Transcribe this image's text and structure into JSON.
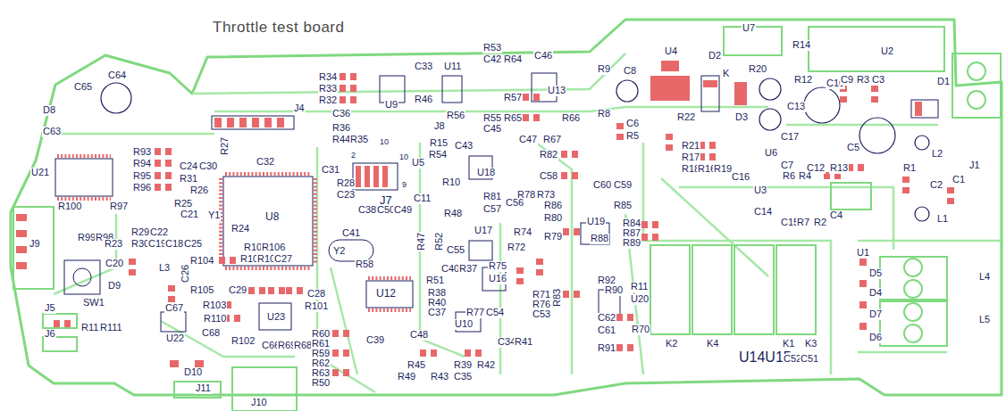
{
  "diagram": {
    "title": "Throttle test board",
    "labels": [
      "C65",
      "C64",
      "D8",
      "C63",
      "R93",
      "R94",
      "R95",
      "R96",
      "C24",
      "R31",
      "C30",
      "R26",
      "R25",
      "C21",
      "U21",
      "R100",
      "R97",
      "R99",
      "R98",
      "J9",
      "R23",
      "R29",
      "C22",
      "R30",
      "C19",
      "C18",
      "C25",
      "Y1",
      "U8",
      "R24",
      "R27",
      "C32",
      "J4",
      "R34",
      "R33",
      "R32",
      "C36",
      "R36",
      "R44",
      "R35",
      "U9",
      "C33",
      "R46",
      "U11",
      "R53",
      "C42",
      "R64",
      "C46",
      "R57",
      "R56",
      "J8",
      "R55",
      "R65",
      "C45",
      "U13",
      "R66",
      "C47",
      "R67",
      "10",
      "R15",
      "C43",
      "R54",
      "U5",
      "2",
      "1",
      "10",
      "9",
      "J7",
      "C31",
      "R28",
      "C23",
      "U18",
      "R82",
      "C58",
      "R78",
      "R73",
      "R10",
      "C11",
      "R81",
      "C57",
      "C56",
      "C60",
      "C59",
      "R86",
      "R85",
      "R80",
      "C38",
      "C50",
      "C49",
      "R48",
      "R47",
      "R52",
      "C41",
      "U17",
      "R74",
      "R79",
      "R72",
      "U19",
      "R88",
      "R84",
      "R87",
      "R89",
      "Y2",
      "R58",
      "C55",
      "C40",
      "R37",
      "R75",
      "U16",
      "R71",
      "R76",
      "C53",
      "R83",
      "R92",
      "R90",
      "R11",
      "U20",
      "R51",
      "R38",
      "R40",
      "U12",
      "C37",
      "R77",
      "C54",
      "U10",
      "C34",
      "R41",
      "C39",
      "C48",
      "R45",
      "R39",
      "R42",
      "R49",
      "R43",
      "C35",
      "C62",
      "C61",
      "R91",
      "R70",
      "K2",
      "K4",
      "K1",
      "K3",
      "U14U15",
      "C52",
      "C51",
      "SW1",
      "C20",
      "D9",
      "L3",
      "R104",
      "C26",
      "R105",
      "C29",
      "C28",
      "R101",
      "R103",
      "C67",
      "R110",
      "C68",
      "R112",
      "R111",
      "J5",
      "J6",
      "U22",
      "U23",
      "R102",
      "C66",
      "R69",
      "R68",
      "R60",
      "R61",
      "R59",
      "R62",
      "R63",
      "R50",
      "D10",
      "J11",
      "J10",
      "R108",
      "R106",
      "R107",
      "R109",
      "C27",
      "R9",
      "C8",
      "U4",
      "R8",
      "C6",
      "R5",
      "U7",
      "D2",
      "K",
      "R20",
      "D3",
      "R14",
      "U2",
      "R12",
      "C13",
      "C10",
      "C9",
      "R3",
      "C3",
      "D1",
      "R22",
      "R21",
      "R17",
      "R18",
      "R16",
      "R19",
      "C17",
      "U6",
      "C7",
      "C5",
      "L2",
      "C12",
      "R13",
      "R1",
      "J1",
      "C16",
      "R6",
      "R4",
      "C1",
      "C2",
      "C14",
      "C15",
      "R7",
      "R2",
      "C4",
      "L1",
      "U1",
      "D5",
      "D4",
      "D7",
      "D6",
      "L4",
      "L5",
      "U3"
    ]
  }
}
